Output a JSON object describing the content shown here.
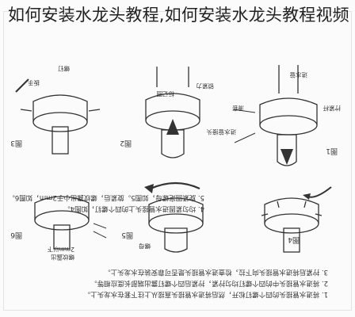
{
  "overlay": {
    "title": "如何安装水龙头教程,如何安装水龙头教程视频"
  },
  "manual": {
    "steps_top": [
      "1. 将进水管接头的四个螺钉松开，然后将进水管接头直接从上往下套在水龙头上。",
      "2. 将进水管接头中的四个螺钉均匀拧紧，拧紧后四个螺钉露出端部长度应相等。",
      "3. 拧紧后将进水管接头向下拉，检查进水管接头是否可靠安装在水龙头上。"
    ],
    "steps_bottom": [
      "4. 均匀紧固进水管接头上的四个螺钉，如图4。",
      "5. 旋紧固定螺母，如图5。旋紧后，螺纹露出小于2mm，如图6。"
    ],
    "figures": [
      "图1",
      "图2",
      "图3",
      "图4",
      "图5",
      "图6"
    ],
    "callouts": {
      "fig1": [
        "进水管接头",
        "滑套",
        "进水管",
        "拧紧杆"
      ],
      "fig2": [
        "标记圈",
        "锁紧力"
      ],
      "fig3": [
        "螺钉",
        "扳手"
      ],
      "fig5": [
        "螺母"
      ],
      "fig6": [
        "螺纹露出",
        "2mm以下"
      ]
    }
  },
  "colors": {
    "ink": "#333333",
    "paper": "#fbfbfb",
    "title": "#222222"
  }
}
